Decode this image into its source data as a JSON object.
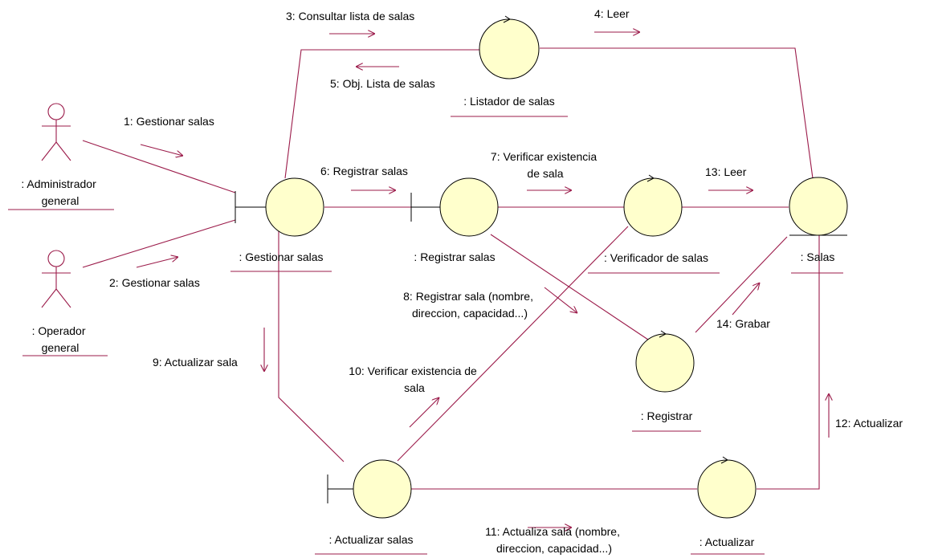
{
  "colors": {
    "link": "#9b1b4a",
    "object_fill": "#ffffcc",
    "outline": "#000000",
    "background": "#ffffff"
  },
  "actors": [
    {
      "id": "admin",
      "name_lines": [
        ": Administrador",
        "general"
      ]
    },
    {
      "id": "operador",
      "name_lines": [
        ": Operador",
        "general"
      ]
    }
  ],
  "objects": [
    {
      "id": "gestionar",
      "stereotype": "boundary",
      "name_lines": [
        ": Gestionar salas"
      ]
    },
    {
      "id": "registrar_salas",
      "stereotype": "boundary",
      "name_lines": [
        ": Registrar salas"
      ]
    },
    {
      "id": "actualizar_salas",
      "stereotype": "boundary",
      "name_lines": [
        ": Actualizar salas"
      ]
    },
    {
      "id": "listador",
      "stereotype": "control",
      "name_lines": [
        ": Listador de salas"
      ]
    },
    {
      "id": "verificador",
      "stereotype": "control",
      "name_lines": [
        ": Verificador de salas"
      ]
    },
    {
      "id": "registrar",
      "stereotype": "control",
      "name_lines": [
        ": Registrar"
      ]
    },
    {
      "id": "actualizar",
      "stereotype": "control",
      "name_lines": [
        ": Actualizar"
      ]
    },
    {
      "id": "salas",
      "stereotype": "entity",
      "name_lines": [
        ": Salas"
      ]
    }
  ],
  "messages": [
    {
      "id": "m1",
      "lines": [
        "1: Gestionar salas"
      ]
    },
    {
      "id": "m2",
      "lines": [
        "2: Gestionar salas"
      ]
    },
    {
      "id": "m3",
      "lines": [
        "3: Consultar lista de salas"
      ]
    },
    {
      "id": "m4",
      "lines": [
        "4: Leer"
      ]
    },
    {
      "id": "m5",
      "lines": [
        "5: Obj. Lista de salas"
      ]
    },
    {
      "id": "m6",
      "lines": [
        "6: Registrar salas"
      ]
    },
    {
      "id": "m7",
      "lines": [
        "7: Verificar existencia",
        "de sala"
      ]
    },
    {
      "id": "m8",
      "lines": [
        "8: Registrar sala (nombre,",
        "direccion, capacidad...)"
      ]
    },
    {
      "id": "m9",
      "lines": [
        "9: Actualizar sala"
      ]
    },
    {
      "id": "m10",
      "lines": [
        "10: Verificar existencia de",
        "sala"
      ]
    },
    {
      "id": "m11",
      "lines": [
        "11: Actualiza sala (nombre,",
        "direccion, capacidad...)"
      ]
    },
    {
      "id": "m12",
      "lines": [
        "12: Actualizar"
      ]
    },
    {
      "id": "m13",
      "lines": [
        "13: Leer"
      ]
    },
    {
      "id": "m14",
      "lines": [
        "14: Grabar"
      ]
    }
  ]
}
